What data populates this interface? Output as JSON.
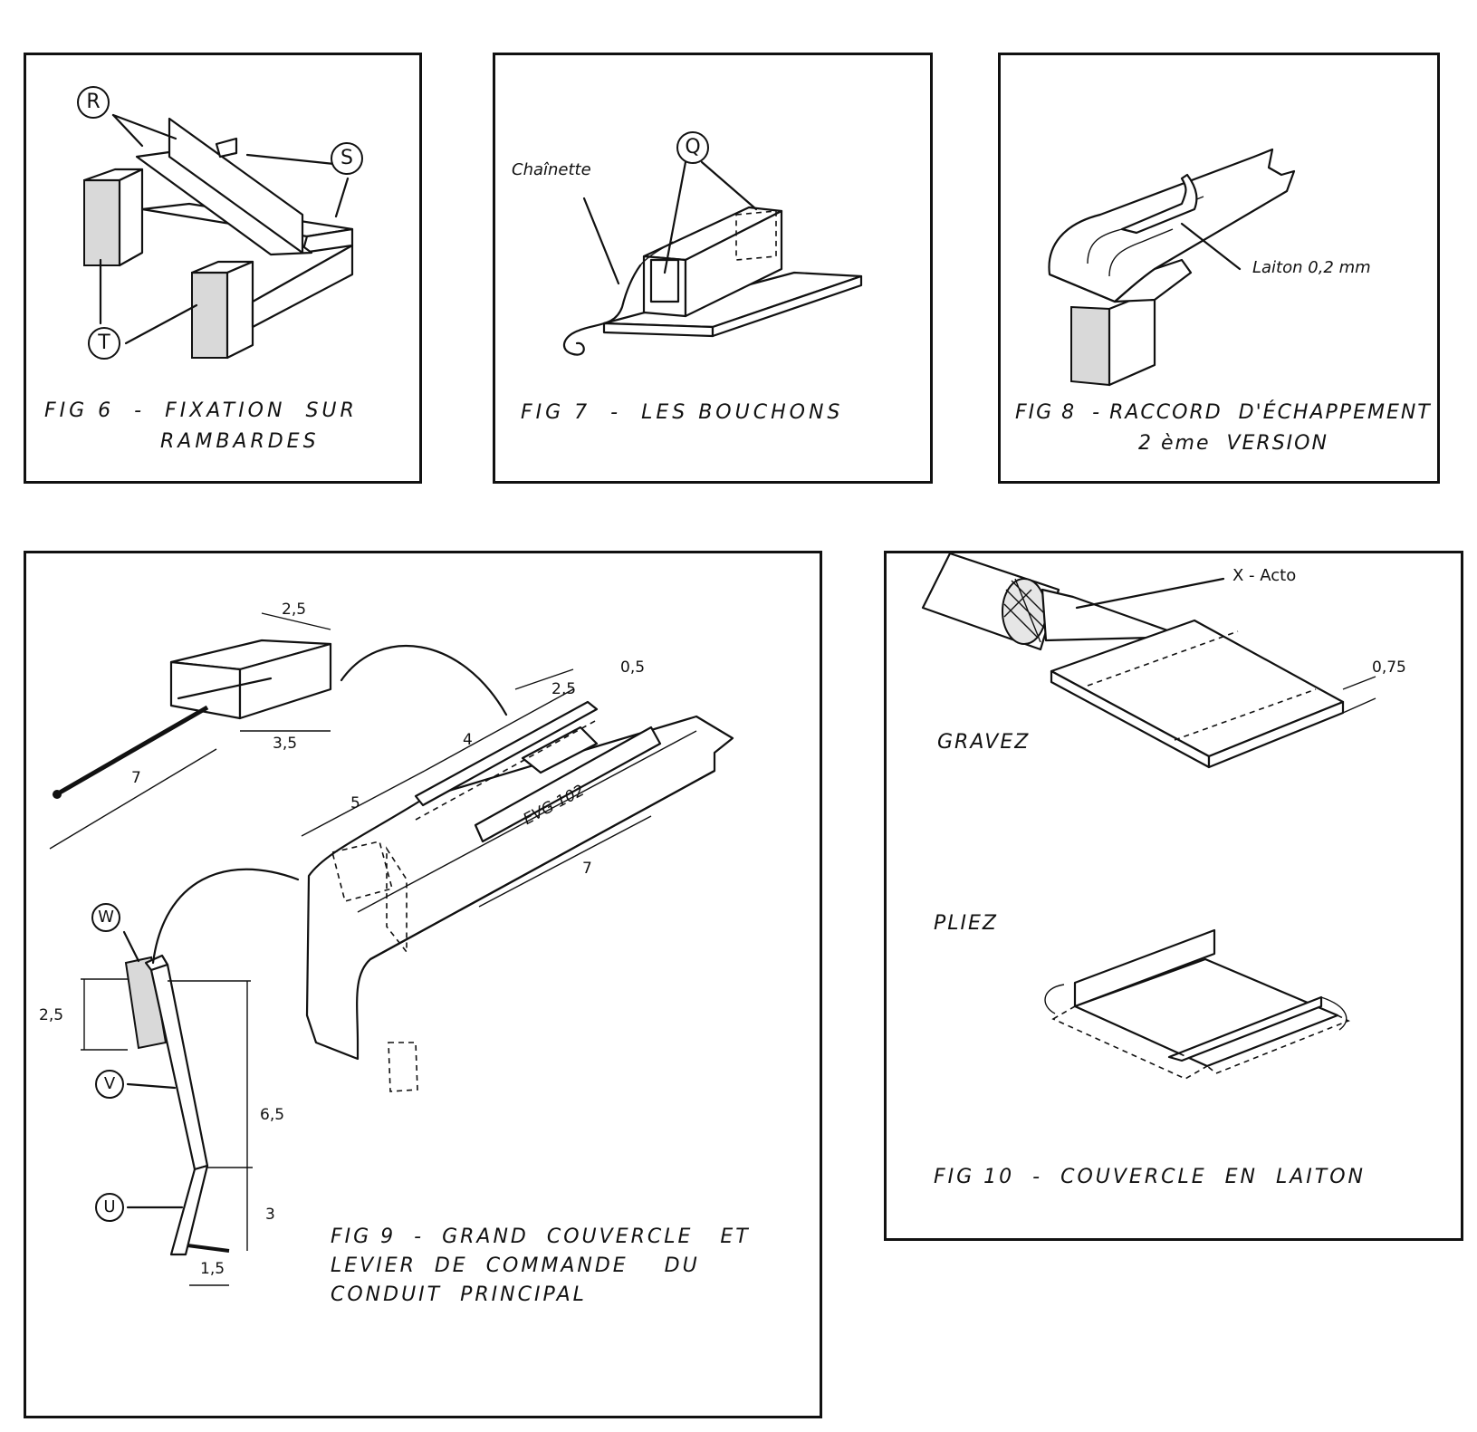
{
  "fig6": {
    "caption_line1": "FIG 6  -  FIXATION  SUR",
    "caption_line2": "RAMBARDES",
    "label_r": "R",
    "label_s": "S",
    "label_t": "T"
  },
  "fig7": {
    "caption": "FIG 7  -  LES BOUCHONS",
    "label_chain": "Chaînette",
    "label_q": "Q"
  },
  "fig8": {
    "caption_line1": "FIG 8  - RACCORD  D'ÉCHAPPEMENT",
    "caption_line2": "2 ème  VERSION",
    "label_brass": "Laiton  0,2 mm"
  },
  "fig9": {
    "caption_line1": "FIG 9  -  GRAND  COUVERCLE   ET",
    "caption_line2": "LEVIER  DE  COMMANDE    DU",
    "caption_line3": "CONDUIT  PRINCIPAL",
    "label_w": "W",
    "label_v": "V",
    "label_u": "U",
    "plate_text": "EVG 102",
    "dims": {
      "d_2_5_top": "2,5",
      "d_3_5": "3,5",
      "d_7_left": "7",
      "d_0_5": "0,5",
      "d_2_5_mid": "2,5",
      "d_4": "4",
      "d_5": "5",
      "d_7_right": "7",
      "d_2_5_lever": "2,5",
      "d_6_5": "6,5",
      "d_3": "3",
      "d_1_5": "1,5"
    }
  },
  "fig10": {
    "caption": "FIG 10  -  COUVERCLE  EN  LAITON",
    "label_tool": "X - Acto",
    "label_thickness": "0,75",
    "step_engrave": "GRAVEZ",
    "step_fold": "PLIEZ"
  }
}
